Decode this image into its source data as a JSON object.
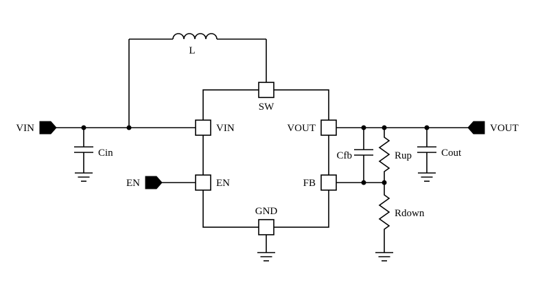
{
  "colors": {
    "background": "#ffffff",
    "line": "#000000"
  },
  "terminals": {
    "vin": "VIN",
    "en": "EN",
    "vout": "VOUT"
  },
  "ic_pins": {
    "vin": "VIN",
    "en": "EN",
    "sw": "SW",
    "gnd": "GND",
    "vout": "VOUT",
    "fb": "FB"
  },
  "components": {
    "inductor": "L",
    "input_capacitor": "Cin",
    "feedback_capacitor": "Cfb",
    "upper_feedback_resistor": "Rup",
    "lower_feedback_resistor": "Rdown",
    "output_capacitor": "Cout"
  }
}
